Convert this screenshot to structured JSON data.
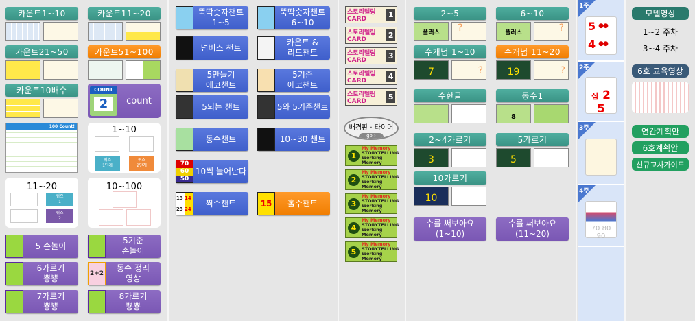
{
  "col1": {
    "count_buttons": [
      "카운트1~10",
      "카운트11~20",
      "카운트21~50",
      "카운트51~100",
      "카운트10배수"
    ],
    "count_box": {
      "badge": "COUNT",
      "number": "2",
      "label": "count"
    },
    "hundred_chart": {
      "title": "100 Count!"
    },
    "card_1_10": {
      "title": "1~10",
      "quiz1": "퀴즈\n1단계",
      "quiz2": "퀴즈\n2단계"
    },
    "card_11_20": {
      "title": "11~20",
      "quiz1": "퀴즈\n1",
      "quiz2": "퀴즈\n2"
    },
    "card_10_100": {
      "title": "10~100"
    },
    "hand_buttons": [
      "5 손놀이",
      "5기준\n손놀이",
      "6가르기\n뿅뿅",
      "동수 정리\n영상",
      "7가르기\n뿅뿅",
      "8가르기\n뿅뿅"
    ],
    "dongsu_img": "2+2"
  },
  "col2": {
    "chants": [
      "뚝딱숫자챈트\n1~5",
      "뚝딱숫자챈트\n6~10",
      "넘버스 챈트",
      "카운트 &\n리드챈트",
      "5만들기\n에코챈트",
      "5기준\n에코챈트",
      "5되는 챈트",
      "5와 5기준챈트",
      "동수챈트",
      "10~30 챈트",
      "10씩 늘어난다",
      "짝수챈트",
      "홀수챈트"
    ],
    "img_numbers": {
      "tens": [
        "70",
        "60",
        "50"
      ],
      "even": [
        "13",
        "14",
        "23",
        "24"
      ],
      "odd": "15"
    }
  },
  "col3": {
    "story_cards": [
      "1",
      "2",
      "3",
      "4",
      "5"
    ],
    "story_card_label": "스토리텔링 CARD",
    "board_timer": "배경판 · 타이머",
    "go": "go ›",
    "storytelling": [
      "1",
      "2",
      "3",
      "4",
      "5"
    ],
    "storytelling_title": "STORYTELLING",
    "storytelling_sub": "Working Memory",
    "storytelling_brand": "My Memory"
  },
  "col4": {
    "buttons": [
      "2~5",
      "6~10",
      "수개념 1~10",
      "수개념 11~20",
      "수한글",
      "동수1",
      "2~4가르기",
      "5가르기",
      "10가르기"
    ],
    "write_buttons": [
      "수를 써보아요\n(1~10)",
      "수를 써보아요\n(11~20)"
    ],
    "thumb_texts": {
      "plus": "플러스",
      "q": "?",
      "n7": "7",
      "n19": "19",
      "n8": "8",
      "n3": "3",
      "n5": "5",
      "n10": "10"
    }
  },
  "weeks": [
    {
      "tag": "1주",
      "nums": [
        "5",
        "4"
      ]
    },
    {
      "tag": "2주",
      "nums": [
        "십",
        "2",
        "5"
      ]
    },
    {
      "tag": "3주",
      "nums": []
    },
    {
      "tag": "4주",
      "nums": [
        "70",
        "80",
        "90"
      ]
    }
  ],
  "right": {
    "model_video": "모델영상",
    "week12": "1~2 주차",
    "week34": "3~4 주차",
    "edu_video": "6호 교육영상",
    "annual_plan": "연간계획안",
    "plan6": "6호계획안",
    "new_teacher": "신규교사가이드"
  },
  "colors": {
    "teal": "#42a090",
    "orange": "#f58a10",
    "purple": "#8060b8",
    "blue": "#4a68d4",
    "green": "#22a060",
    "dark_teal": "#2a7a6c",
    "slate": "#3a5a78"
  }
}
